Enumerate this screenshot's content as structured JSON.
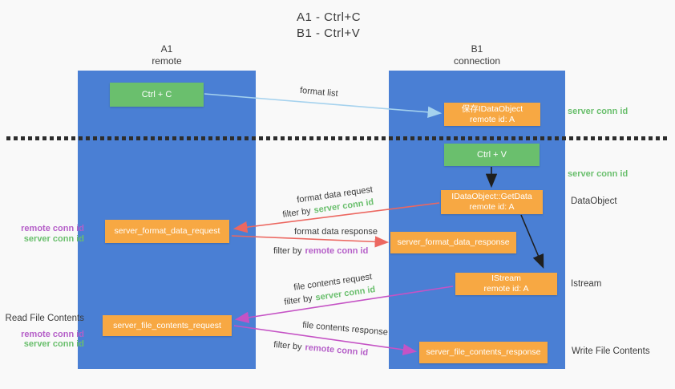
{
  "title": {
    "line1": "A1 - Ctrl+C",
    "line2": "B1 - Ctrl+V"
  },
  "lanes": {
    "a1": {
      "name": "A1",
      "subtitle": "remote"
    },
    "b1": {
      "name": "B1",
      "subtitle": "connection"
    }
  },
  "nodes": {
    "ctrl_c": {
      "label": "Ctrl + C"
    },
    "ctrl_v": {
      "label": "Ctrl + V"
    },
    "save_dataobject": {
      "line1": "保存IDataObject",
      "line2": "remote id: A"
    },
    "getdata": {
      "line1": "IDataObject::GetData",
      "line2": "remote id: A"
    },
    "istream": {
      "line1": "IStream",
      "line2": "remote id: A"
    },
    "format_request": {
      "label": "server_format_data_request"
    },
    "format_response": {
      "label": "server_format_data_response"
    },
    "file_request": {
      "label": "server_file_contents_request"
    },
    "file_response": {
      "label": "server_file_contents_response"
    }
  },
  "arrow_labels": {
    "format_list": "format list",
    "format_data_request": "format data request",
    "format_data_response": "format data response",
    "file_contents_request": "file contents request",
    "file_contents_response": "file contents response",
    "filter_by": "filter by",
    "server_conn_id": "server conn id",
    "remote_conn_id": "remote conn id"
  },
  "side_labels": {
    "server_conn_id_top": "server conn id",
    "server_conn_id_mid": "server conn id",
    "dataobject": "DataObject",
    "istream": "Istream",
    "read_file_contents": "Read File Contents",
    "write_file_contents": "Write File Contents",
    "remote_conn_id": "remote conn id",
    "server_conn_id": "server conn id"
  },
  "colors": {
    "lane_blue": "#4a7fd4",
    "green": "#6abf6d",
    "orange": "#f7a843",
    "purple_text": "#b55fc8",
    "red_arrow": "#ec6760",
    "magenta_arrow": "#c553c5",
    "light_blue_arrow": "#a5d2ee",
    "black_arrow": "#1f1f1f",
    "dark_text": "#3b3b3b"
  }
}
